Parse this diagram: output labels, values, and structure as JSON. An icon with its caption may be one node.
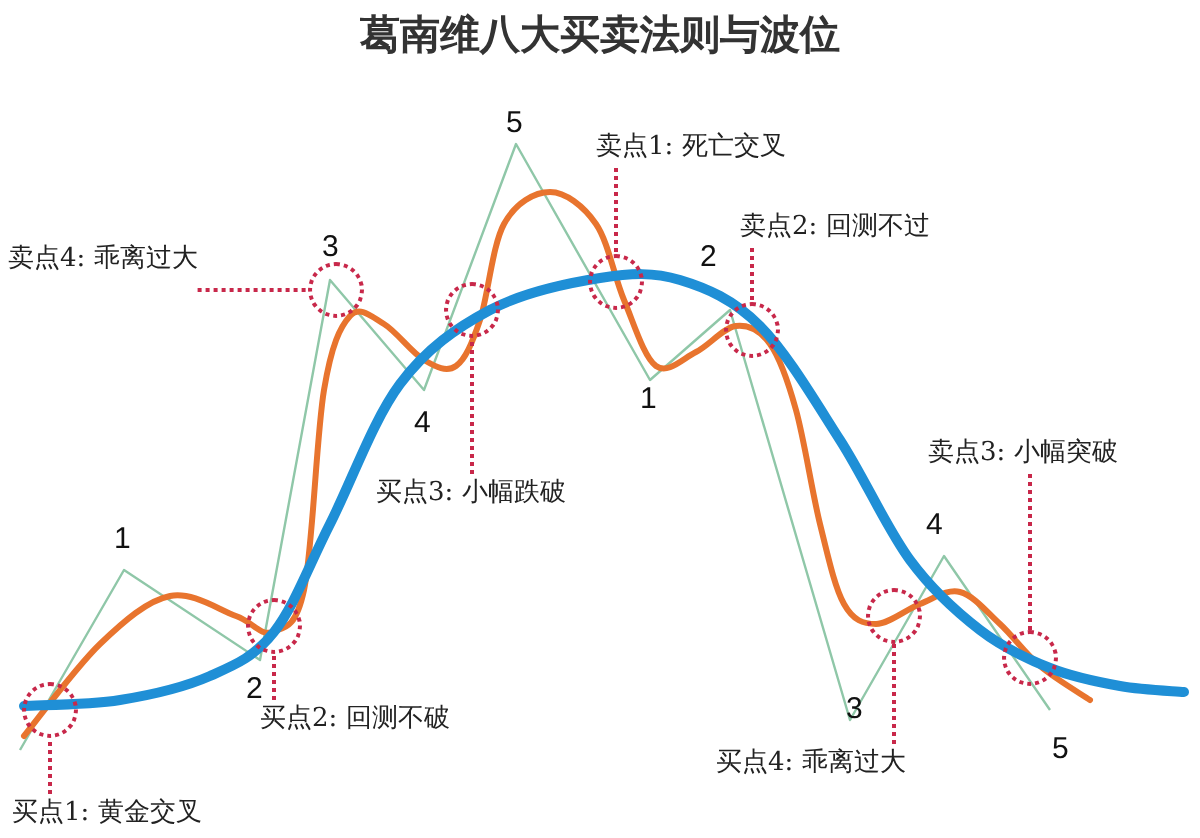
{
  "diagram": {
    "title": "葛南维八大买卖法则与波位",
    "nodes": [
      {
        "text": [
          "卖点1: 死亡交叉"
        ]
      },
      {
        "text": [
          "卖点2: 回测不过"
        ]
      },
      {
        "text": [
          "卖点4: 乖离过大"
        ]
      },
      {
        "text": [
          "卖点3: 小幅突破"
        ]
      },
      {
        "text": [
          "买点3: 小幅跌破"
        ]
      },
      {
        "text": [
          "买点2: 回测不破"
        ]
      },
      {
        "text": [
          "买点4: 乖离过大"
        ]
      },
      {
        "text": [
          "买点1: 黄金交叉"
        ]
      },
      {
        "text": [],
        "shape": "circle"
      },
      {
        "text": [],
        "shape": "circle"
      },
      {
        "text": [],
        "shape": "circle"
      },
      {
        "text": [],
        "shape": "circle"
      },
      {
        "text": [],
        "shape": "circle"
      },
      {
        "text": [],
        "shape": "circle"
      },
      {
        "text": [],
        "shape": "circle"
      },
      {
        "text": [],
        "shape": "circle"
      }
    ],
    "edges": [
      {
        "from": 0,
        "to": 12,
        "arrow": "none",
        "style": "dashed"
      },
      {
        "from": 1,
        "to": 13,
        "arrow": "none",
        "style": "dashed"
      },
      {
        "from": 2,
        "to": 10,
        "arrow": "none",
        "style": "dashed"
      },
      {
        "from": 3,
        "to": 15,
        "arrow": "none",
        "style": "dashed"
      },
      {
        "from": 4,
        "to": 11,
        "arrow": "none",
        "style": "dashed"
      },
      {
        "from": 5,
        "to": 9,
        "arrow": "none",
        "style": "dashed"
      },
      {
        "from": 6,
        "to": 14,
        "arrow": "none",
        "style": "dashed"
      },
      {
        "from": 7,
        "to": 8,
        "arrow": "none",
        "style": "dashed"
      }
    ],
    "labels": [
      "5",
      "3",
      "2",
      "4",
      "1",
      "1",
      "4",
      "2",
      "3",
      "5"
    ]
  }
}
